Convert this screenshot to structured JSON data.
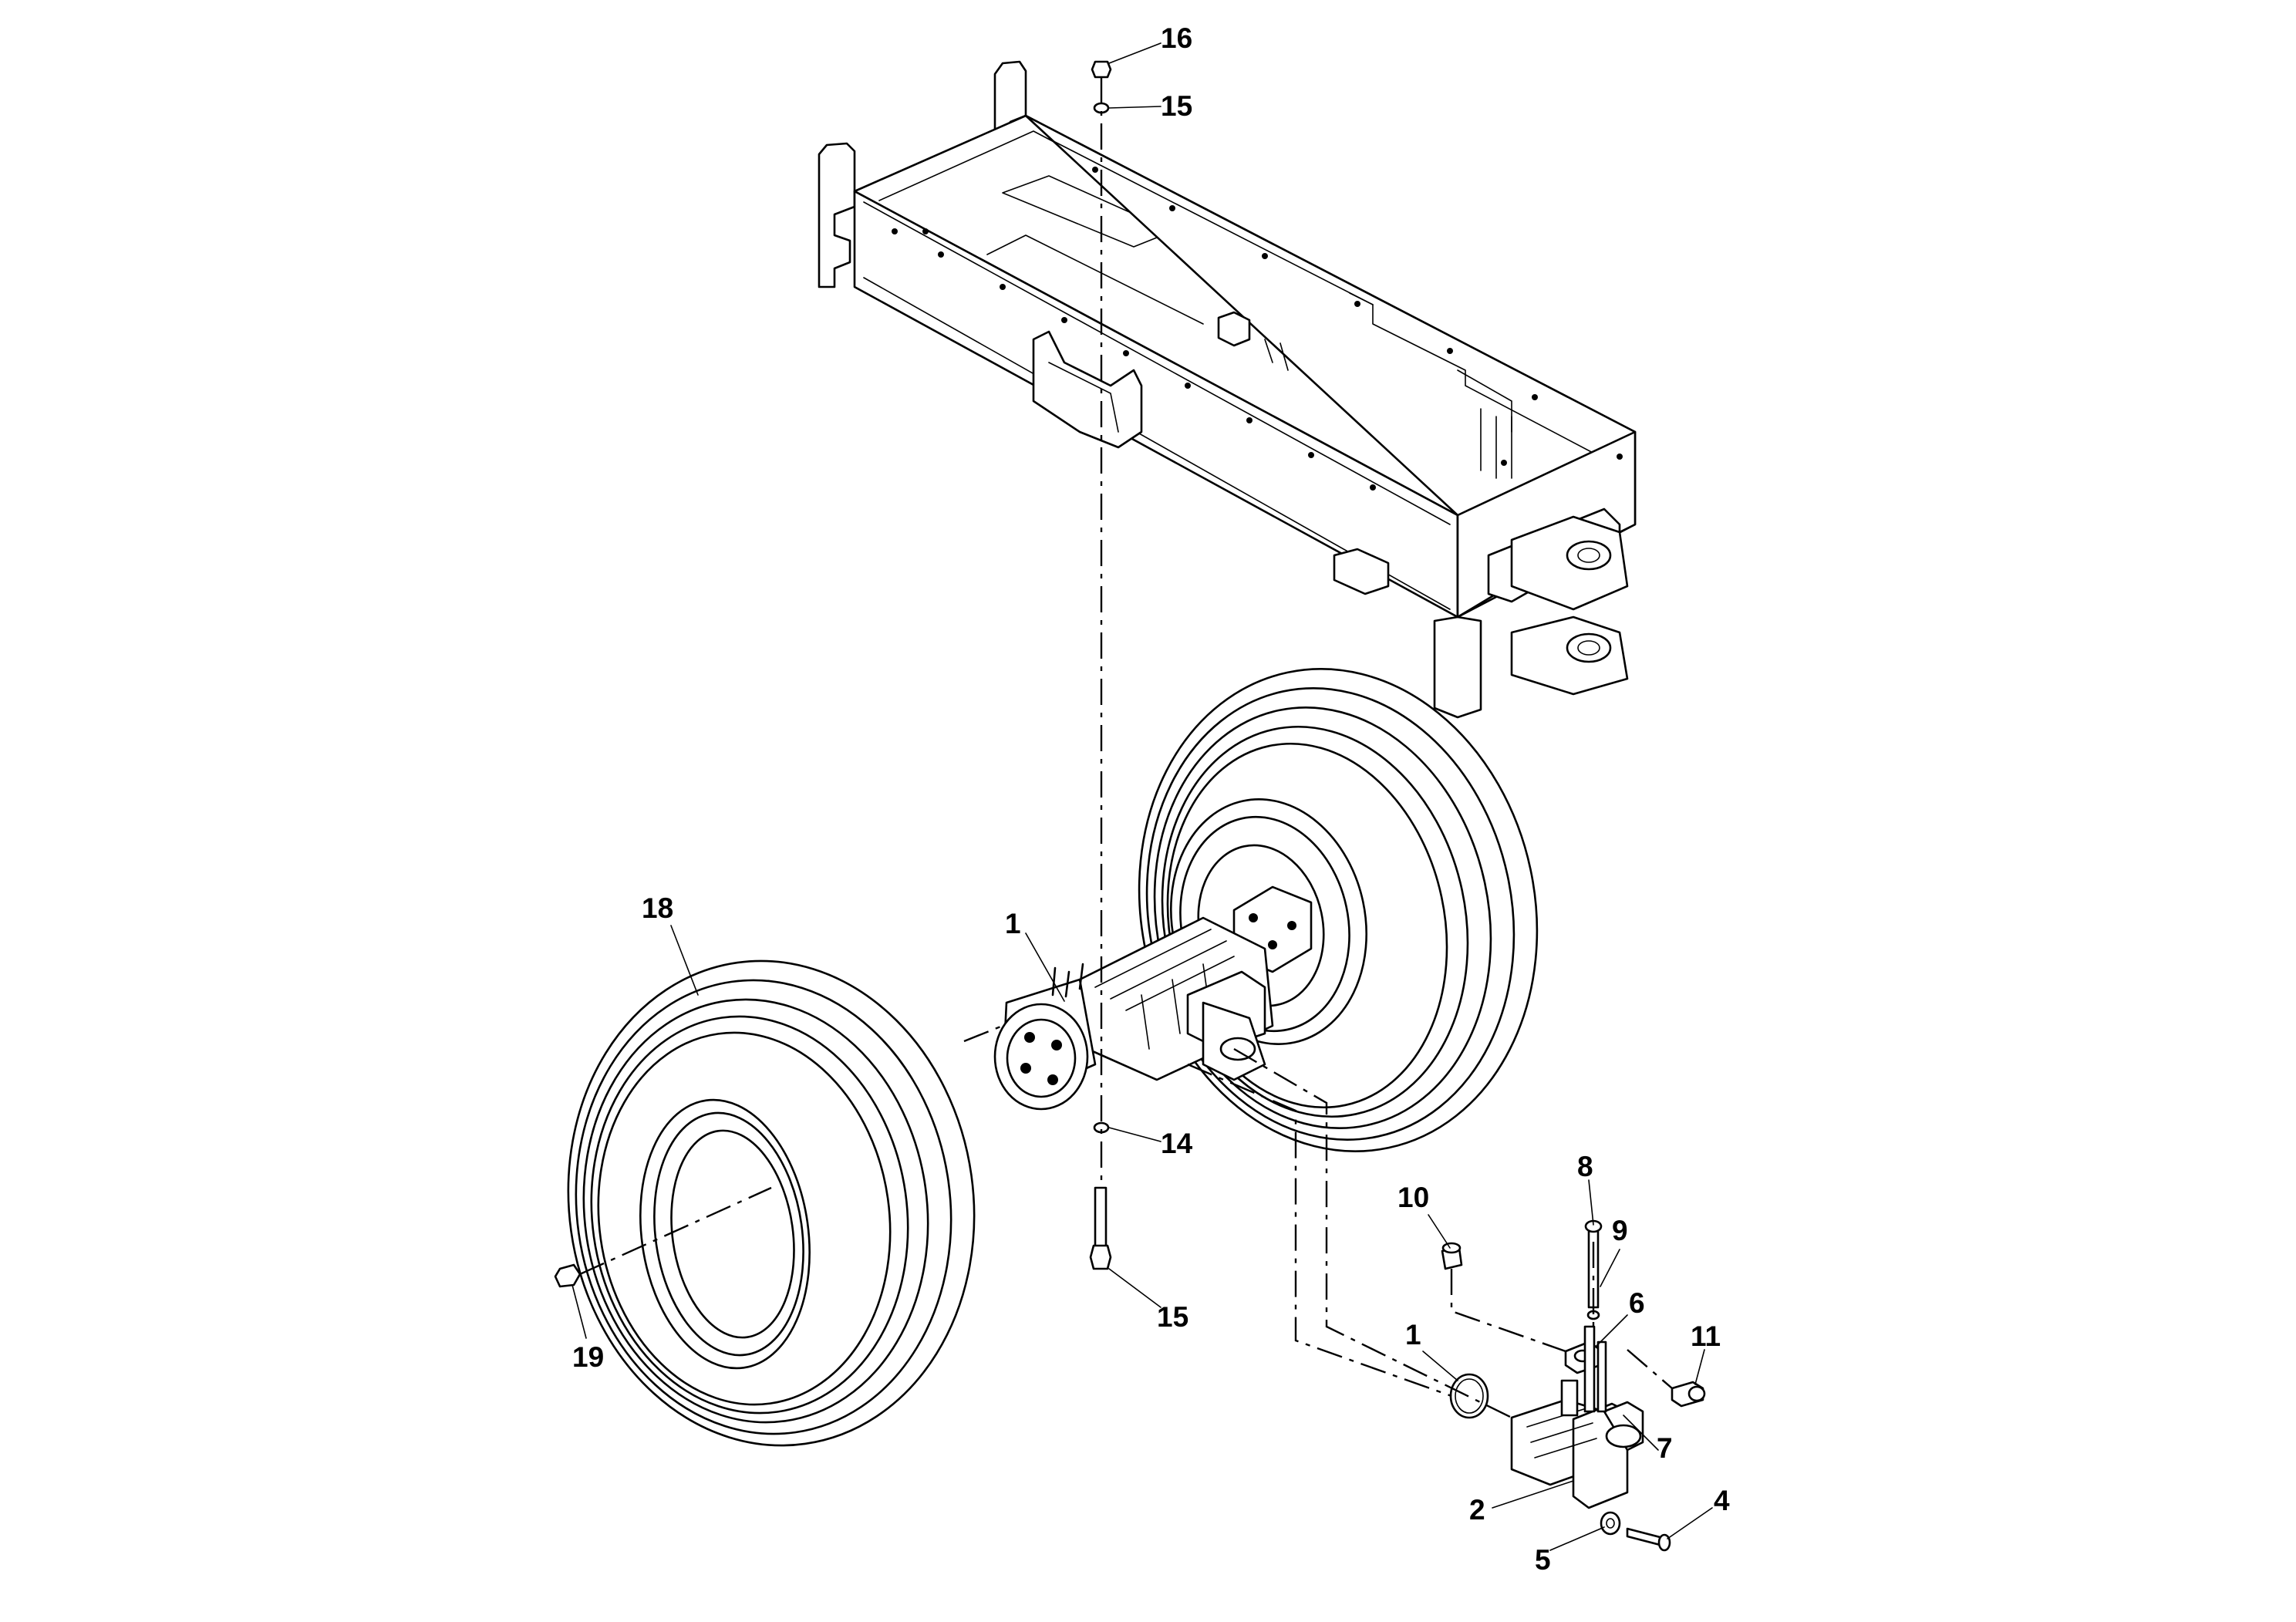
{
  "callouts": [
    {
      "id": "c16",
      "text": "16"
    },
    {
      "id": "c15a",
      "text": "15"
    },
    {
      "id": "c18",
      "text": "18"
    },
    {
      "id": "c1a",
      "text": "1"
    },
    {
      "id": "c14",
      "text": "14"
    },
    {
      "id": "c8",
      "text": "8"
    },
    {
      "id": "c10",
      "text": "10"
    },
    {
      "id": "c9",
      "text": "9"
    },
    {
      "id": "c6",
      "text": "6"
    },
    {
      "id": "c11",
      "text": "11"
    },
    {
      "id": "c15b",
      "text": "15"
    },
    {
      "id": "c19",
      "text": "19"
    },
    {
      "id": "c1b",
      "text": "1"
    },
    {
      "id": "c7",
      "text": "7"
    },
    {
      "id": "c2",
      "text": "2"
    },
    {
      "id": "c4",
      "text": "4"
    },
    {
      "id": "c5",
      "text": "5"
    }
  ]
}
